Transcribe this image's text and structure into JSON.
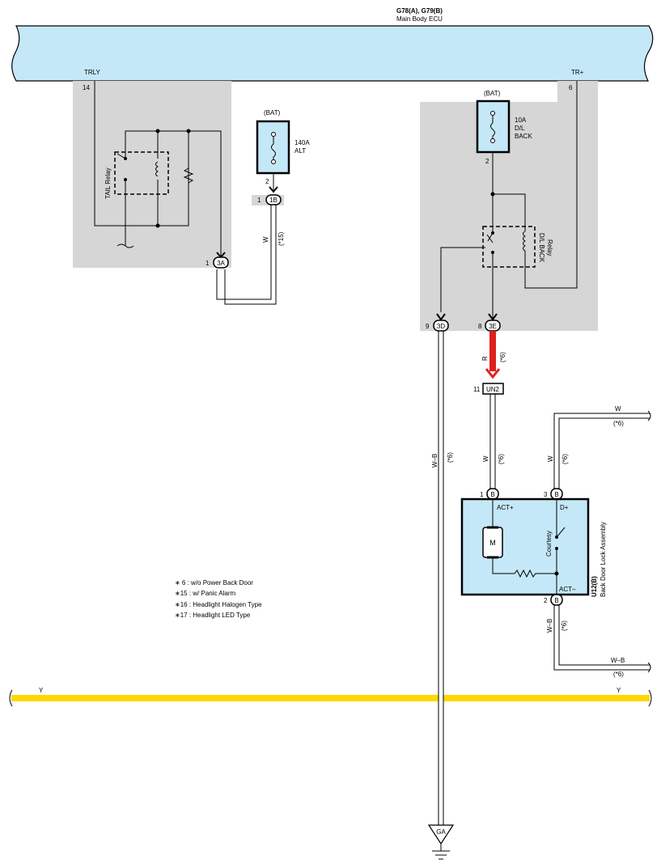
{
  "ecu": {
    "ids": "G78(A), G79(B)",
    "name": "Main Body ECU"
  },
  "terminals": {
    "trly": "TRLY",
    "trly_pin": "14",
    "tr_plus": "TR+",
    "tr_plus_pin": "6"
  },
  "tail_relay": {
    "label": "TAIL Relay"
  },
  "fuse_alt": {
    "source": "(BAT)",
    "rating": "140A",
    "name": "ALT",
    "pin": "2"
  },
  "fuse_dl": {
    "source": "(BAT)",
    "rating": "10A",
    "name1": "D/L",
    "name2": "BACK",
    "pin": "2"
  },
  "dl_relay": {
    "line1": "D/L BACK",
    "line2": "Relay"
  },
  "connectors": {
    "c1b": {
      "id": "1B",
      "pin": "1"
    },
    "c3a": {
      "id": "3A",
      "pin": "1"
    },
    "c3d": {
      "id": "3D",
      "pin": "9"
    },
    "c3e": {
      "id": "3E",
      "pin": "8"
    },
    "un2": {
      "id": "UN2",
      "pin": "11"
    },
    "b1": {
      "id": "B",
      "pin": "1"
    },
    "b3": {
      "id": "B",
      "pin": "3"
    },
    "b2": {
      "id": "B",
      "pin": "2"
    },
    "ga": {
      "id": "GA"
    }
  },
  "wires": {
    "w_alt": "W",
    "w_alt_note": "(*15)",
    "r": "R",
    "r_note": "(*6)",
    "wb_left": "W–B",
    "wb_left_note": "(*6)",
    "w_center": "W",
    "w_center_note": "(*6)",
    "w_right": "W",
    "w_right_note": "(*6)",
    "w_top": "W",
    "w_top_note": "(*6)",
    "wb_bot": "W–B",
    "wb_bot_note": "(*6)",
    "wb_right": "W–B",
    "wb_right_note": "(*6)",
    "y_left": "Y",
    "y_right": "Y"
  },
  "lock": {
    "act_plus": "ACT+",
    "d_plus": "D+",
    "act_minus": "ACT–",
    "motor": "M",
    "courtesy": "Courtesy",
    "id": "U12(B)",
    "name": "Back Door Lock Assembly"
  },
  "notes": [
    "∗ 6 : w/o Power Back Door",
    "∗15 : w/ Panic Alarm",
    "∗16 : Headlight Halogen Type",
    "∗17 : Headlight LED Type"
  ],
  "colors": {
    "ecu_fill": "#c5e8f8",
    "highlight": "#e02020",
    "y_wire": "#ffd800",
    "shade": "#d6d6d6",
    "component_fill": "#c5e8f8"
  }
}
